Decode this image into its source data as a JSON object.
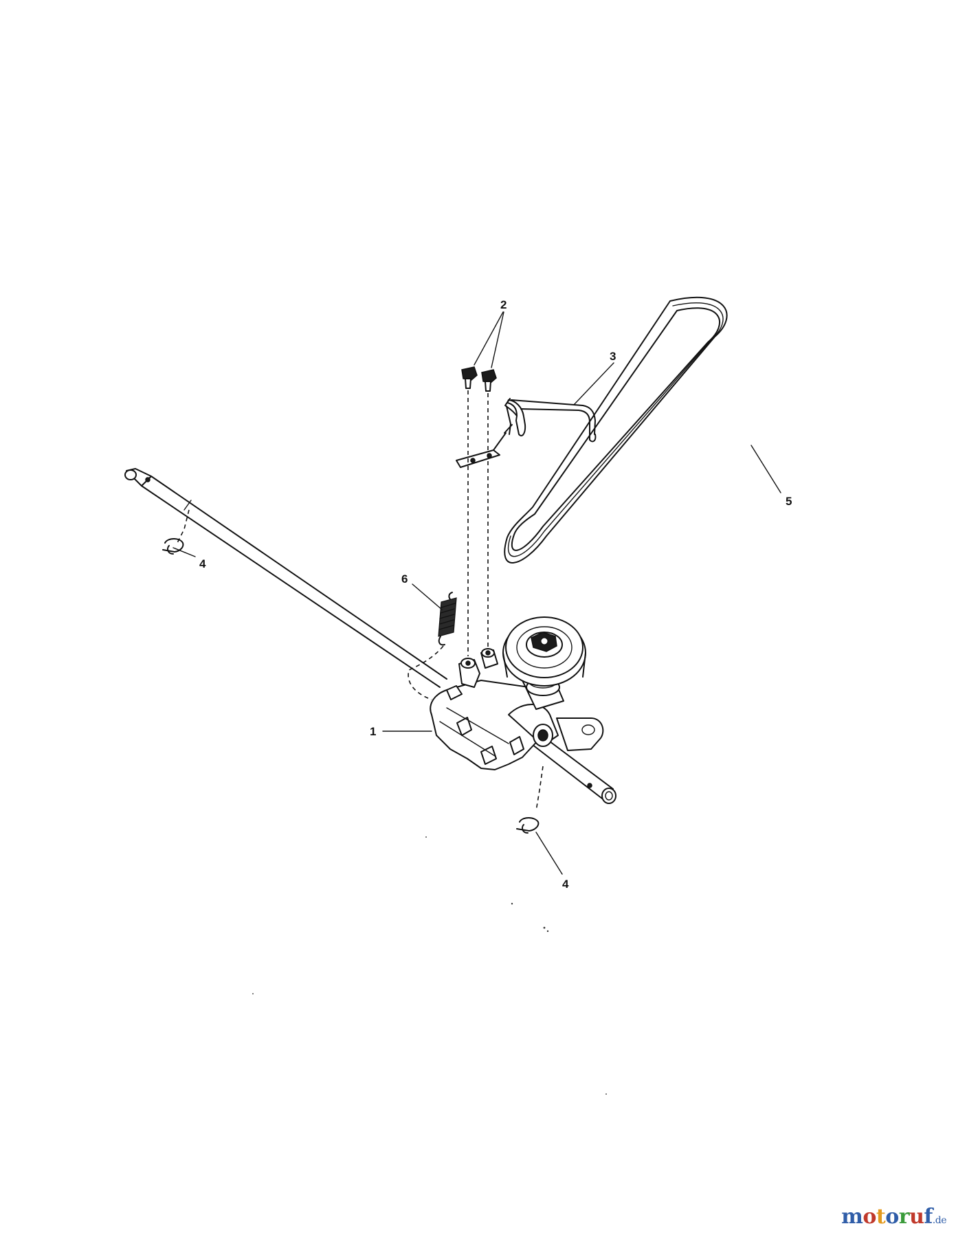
{
  "diagram": {
    "callouts": {
      "c1": "1",
      "c2": "2",
      "c3": "3",
      "c4a": "4",
      "c4b": "4",
      "c5": "5",
      "c6": "6"
    },
    "parts": [
      {
        "id": "1",
        "name": "gearbox"
      },
      {
        "id": "2",
        "name": "screws"
      },
      {
        "id": "3",
        "name": "bracket"
      },
      {
        "id": "4",
        "name": "retaining clips"
      },
      {
        "id": "5",
        "name": "belt"
      },
      {
        "id": "6",
        "name": "spring"
      }
    ]
  },
  "watermark": {
    "letters": [
      "m",
      "o",
      "t",
      "o",
      "r",
      "u",
      "f"
    ],
    "colors": [
      "#2f5da8",
      "#c0392b",
      "#e39a1e",
      "#2f5da8",
      "#3a9b3a",
      "#c0392b",
      "#2f5da8"
    ],
    "suffix": ".de"
  }
}
